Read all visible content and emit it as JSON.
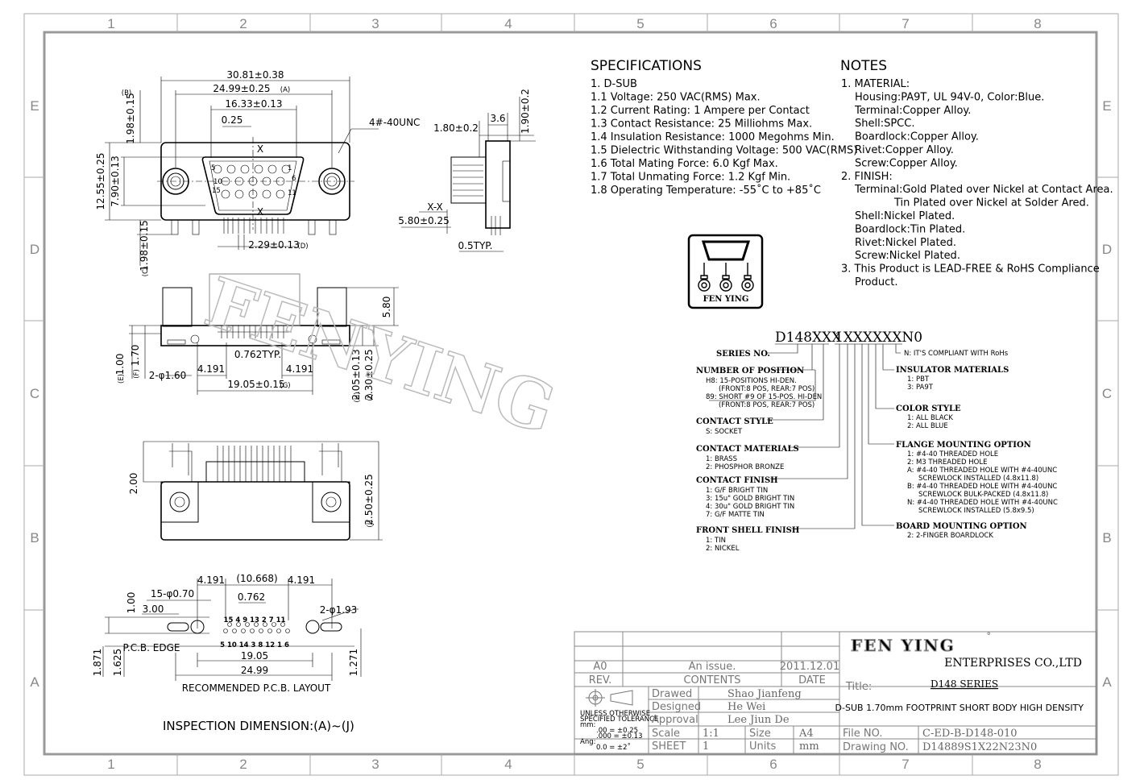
{
  "border": {
    "columns": [
      "1",
      "2",
      "3",
      "4",
      "5",
      "6",
      "7",
      "8"
    ],
    "rows": [
      "E",
      "D",
      "C",
      "B",
      "A"
    ]
  },
  "dims": {
    "top": {
      "d1": "30.81±0.38",
      "d2": "24.99±0.25",
      "d2tag": "(A)",
      "d3": "16.33±0.13",
      "d4": "0.25",
      "b": "1.98±0.15",
      "btag": "(B)",
      "screw": "4#-40UNC",
      "h1": "12.55±0.25",
      "h2": "7.90±0.13",
      "x": "X",
      "p1": "2.29±0.13",
      "p1tag": "(D)",
      "c": "1.98±0.15",
      "ctag": "(C)",
      "pins_top": [
        "5",
        "1"
      ],
      "pins_mid": [
        "10",
        "6"
      ],
      "pins_bot": [
        "15",
        "11"
      ]
    },
    "side": {
      "a": "1.80±0.2",
      "b": "3.6",
      "c": "1.90±0.2",
      "xx": "X-X",
      "d": "5.80±0.25",
      "e": "0.5TYP."
    },
    "front": {
      "h": "5.80",
      "a": "1.00",
      "atag": "(E)",
      "b": "1.70",
      "btag": "(F)",
      "hole": "2-φ1.60",
      "pitch": "0.762TYP.",
      "l": "4.191",
      "r": "4.191",
      "span": "19.05±0.15",
      "spantag": "(G)",
      "h2": "2.05±0.13",
      "h2tag": "(H)",
      "h3": "2.30±0.25",
      "h3tag": "(I)"
    },
    "bottom": {
      "a": "2.00",
      "b": "2.50±0.25",
      "btag": "(J)"
    },
    "pcb": {
      "l": "4.191",
      "mid": "(10.668)",
      "r": "4.191",
      "pins": "15-φ0.70",
      "pitch": "0.762",
      "a": "1.00",
      "b": "3.00",
      "hole": "2-φ1.93",
      "row1": "15 4  9 13 2  7 11",
      "row2": "5 10 14 3  8 12 1  6",
      "edge": "P.C.B. EDGE",
      "w1": "19.05",
      "w2": "24.99",
      "v1": "1.871",
      "v2": "1.625",
      "v3": "1.271",
      "caption": "RECOMMENDED P.C.B. LAYOUT"
    },
    "inspection": "INSPECTION DIMENSION:(A)~(J)"
  },
  "watermark": "FENYING",
  "specifications": {
    "title": "SPECIFICATIONS",
    "lines": [
      "1. D-SUB",
      "1.1 Voltage: 250 VAC(RMS) Max.",
      "1.2 Current Rating: 1 Ampere per Contact",
      "1.3 Contact Resistance: 25 Milliohms Max.",
      "1.4 Insulation Resistance: 1000 Megohms Min.",
      "1.5 Dielectric Withstanding Voltage: 500 VAC(RMS)",
      "1.6 Total Mating Force: 6.0 Kgf Max.",
      "1.7 Total Unmating Force: 1.2 Kgf Min.",
      "1.8 Operating Temperature: -55˚C to +85˚C"
    ]
  },
  "notes": {
    "title": "NOTES",
    "lines": [
      "1. MATERIAL:",
      "Housing:PA9T, UL 94V-0, Color:Blue.",
      "Terminal:Copper Alloy.",
      "Shell:SPCC.",
      "Boardlock:Copper Alloy.",
      "Rivet:Copper Alloy.",
      "Screw:Copper Alloy.",
      "2. FINISH:",
      "Terminal:Gold Plated over Nickel at Contact Area.",
      "Tin Plated over Nickel at Solder Ared.",
      "Shell:Nickel Plated.",
      "Boardlock:Tin Plated.",
      "Rivet:Nickel Plated.",
      "Screw:Nickel Plated.",
      "3. This Product is LEAD-FREE & RoHS Compliance",
      "Product."
    ]
  },
  "logo": {
    "text": "FEN YING"
  },
  "part_number": {
    "code_a": "D148XXX",
    "code_b": "1XXXXXXN0",
    "rohs": "N: IT'S COMPLIANT WITH RoHs",
    "left": [
      {
        "title": "SERIES NO.",
        "items": []
      },
      {
        "title": "NUMBER OF POSITION",
        "items": [
          "H8: 15-POSITIONS HI-DEN.",
          "(FRONT:8 POS, REAR:7 POS)",
          "89: SHORT #9 OF 15-POS. HI-DEN",
          "(FRONT:8 POS, REAR:7 POS)"
        ]
      },
      {
        "title": "CONTACT STYLE",
        "items": [
          "S: SOCKET"
        ]
      },
      {
        "title": "CONTACT MATERIALS",
        "items": [
          "1: BRASS",
          "2: PHOSPHOR BRONZE"
        ]
      },
      {
        "title": "CONTACT FINISH",
        "items": [
          "1: G/F BRIGHT TIN",
          "3: 15u\" GOLD BRIGHT TIN",
          "4: 30u\" GOLD BRIGHT TIN",
          "7: G/F MATTE TIN"
        ]
      },
      {
        "title": "FRONT SHELL FINISH",
        "items": [
          "1: TIN",
          "2: NICKEL"
        ]
      }
    ],
    "right": [
      {
        "title": "INSULATOR MATERIALS",
        "items": [
          "1: PBT",
          "3: PA9T"
        ]
      },
      {
        "title": "COLOR STYLE",
        "items": [
          "1: ALL BLACK",
          "2: ALL BLUE"
        ]
      },
      {
        "title": "FLANGE MOUNTING OPTION",
        "items": [
          "1: #4-40 THREADED HOLE",
          "2: M3 THREADED HOLE",
          "A: #4-40 THREADED HOLE WITH #4-40UNC",
          "SCREWLOCK INSTALLED (4.8x11.8)",
          "B: #4-40 THREADED HOLE WITH #4-40UNC",
          "SCREWLOCK BULK-PACKED (4.8x11.8)",
          "N: #4-40 THREADED HOLE WITH #4-40UNC",
          "SCREWLOCK INSTALLED (5.8x9.5)"
        ]
      },
      {
        "title": "BOARD MOUNTING OPTION",
        "items": [
          "2: 2-FINGER BOARDLOCK"
        ]
      }
    ]
  },
  "title_block": {
    "rev_code": "A0",
    "rev_desc": "An issue.",
    "rev_date": "2011.12.01",
    "rev_label": "REV.",
    "contents_label": "CONTENTS",
    "date_label": "DATE",
    "tolerance": [
      "UNLESS OTHERWISE",
      "SPECIFIED TOLERANCE",
      "mm:",
      ".00  =  ±0.25",
      ".000  =  ±0.13",
      "Ang:",
      "0.0  =  ±2˚"
    ],
    "drawn_label": "Drawed",
    "drawn": "Shao Jianfeng",
    "designed_label": "Designed",
    "designed": "He Wei",
    "approval_label": "Approval",
    "approval": "Lee Jiun De",
    "scale_label": "Scale",
    "scale": "1:1",
    "size_label": "Size",
    "size": "A4",
    "sheet_label": "SHEET",
    "sheet": "1",
    "units_label": "Units",
    "units": "mm",
    "company": "FEN YING",
    "company_mark": "˚",
    "company_sub": "ENTERPRISES CO.,LTD",
    "title_label": "Title:",
    "series": "D148 SERIES",
    "description": "D-SUB 1.70mm FOOTPRINT SHORT BODY HIGH DENSITY",
    "file_label": "File NO.",
    "file": "C-ED-B-D148-010",
    "drawing_label": "Drawing NO.",
    "drawing": "D14889S1X22N23N0"
  }
}
